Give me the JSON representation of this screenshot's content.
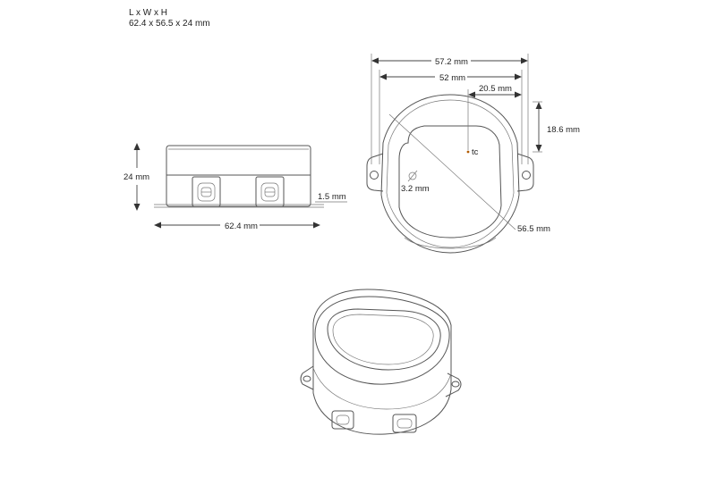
{
  "header": {
    "title": "L x W x H",
    "dimensions": "62.4 x 56.5 x 24 mm"
  },
  "side_view": {
    "height_label": "24 mm",
    "length_label": "62.4 mm",
    "flange_label": "1.5 mm"
  },
  "top_view": {
    "overall_width_label": "57.2 mm",
    "hole_spacing_label": "52 mm",
    "tc_offset_x_label": "20.5 mm",
    "tc_offset_y_label": "18.6 mm",
    "tc_label": "tc",
    "hole_label": "3.2 mm",
    "diagonal_label": "56.5 mm"
  }
}
